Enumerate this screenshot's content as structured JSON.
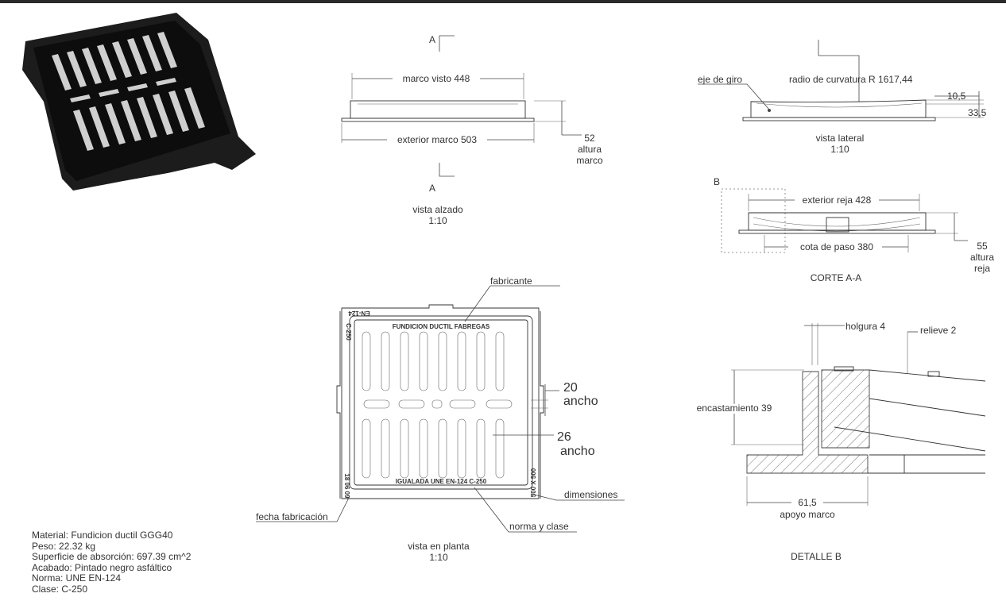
{
  "views": {
    "alzado": {
      "section_mark_top": "A",
      "section_mark_bottom": "A",
      "dim_marco_visto": "marco visto  448",
      "dim_exterior_marco": "exterior marco  503",
      "dim_altura_value": "52",
      "dim_altura_line1": "altura",
      "dim_altura_line2": "marco",
      "caption": "vista alzado",
      "scale": "1:10"
    },
    "lateral": {
      "label_eje": "eje de giro",
      "label_radio": "radio de curvatura  R  1617,44",
      "dim_10_5": "10,5",
      "dim_33_5": "33,5",
      "caption": "vista lateral",
      "scale": "1:10"
    },
    "corte": {
      "detail_mark": "B",
      "dim_exterior_reja": "exterior reja  428",
      "dim_cota_paso": "cota de paso  380",
      "dim_altura_value": "55",
      "dim_altura_line1": "altura",
      "dim_altura_line2": "reja",
      "caption": "CORTE A-A"
    },
    "planta": {
      "label_fabricante": "fabricante",
      "cast_top": "FUNDICION DUCTIL FABREGAS",
      "cast_bottom": "IGUALADA  UNE EN-124  C-250",
      "cast_en": "EN-124",
      "cast_class": "C-250",
      "cast_date": "18 06 09",
      "cast_size": "500 X 500",
      "dim_20_value": "20",
      "dim_20_label": "ancho",
      "dim_26_value": "26",
      "dim_26_label": "ancho",
      "label_dimensiones": "dimensiones",
      "label_fecha": "fecha fabricación",
      "label_norma": "norma y clase",
      "caption": "vista en planta",
      "scale": "1:10"
    },
    "detalle": {
      "label_holgura": "holgura  4",
      "label_relieve": "relieve  2",
      "label_encastamiento": "encastamiento  39",
      "dim_apoyo_value": "61,5",
      "dim_apoyo_label": "apoyo marco",
      "caption": "DETALLE B"
    }
  },
  "specs": {
    "material": "Material: Fundicion ductil GGG40",
    "peso": "Peso: 22.32 kg",
    "superficie": "Superficie de absorción: 697.39 cm^2",
    "acabado": "Acabado: Pintado negro asfáltico",
    "norma": "Norma: UNE EN-124",
    "clase": "Clase: C-250"
  },
  "colors": {
    "line": "#444444",
    "text": "#333333",
    "product": "#1c1c1c"
  }
}
